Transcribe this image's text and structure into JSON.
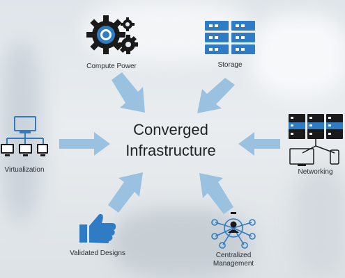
{
  "center": {
    "line1": "Converged",
    "line2": "Infrastructure"
  },
  "nodes": {
    "compute": {
      "label": "Compute Power",
      "icon": "gears-icon"
    },
    "storage": {
      "label": "Storage",
      "icon": "server-storage-icon"
    },
    "virtualization": {
      "label": "Virtualization",
      "icon": "virtual-network-icon"
    },
    "networking": {
      "label": "Networking",
      "icon": "networking-icon"
    },
    "validated": {
      "label": "Validated Designs",
      "icon": "thumbs-up-icon"
    },
    "centralized": {
      "label_line1": "Centralized",
      "label_line2": "Management",
      "icon": "hub-person-icon"
    }
  },
  "colors": {
    "arrow": "#9bc1e0",
    "accent": "#2f7cc4",
    "dark": "#1a1a1a"
  }
}
